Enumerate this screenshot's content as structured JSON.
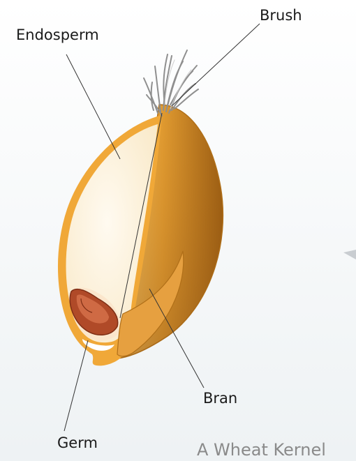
{
  "labels": {
    "endosperm": "Endosperm",
    "brush": "Brush",
    "bran": "Bran",
    "germ": "Germ"
  },
  "caption": "A Wheat Kernel",
  "colors": {
    "background_top": "#ffffff",
    "background_bottom": "#eef2f4",
    "endosperm": "#fdf2da",
    "bran_outline": "#f0a838",
    "bran_dark": "#a86a1a",
    "bran_mid": "#e8a23c",
    "germ": "#b04a28",
    "brush": "#9a9a9a",
    "leader_line": "#333333",
    "caption": "#8a8a8a"
  }
}
